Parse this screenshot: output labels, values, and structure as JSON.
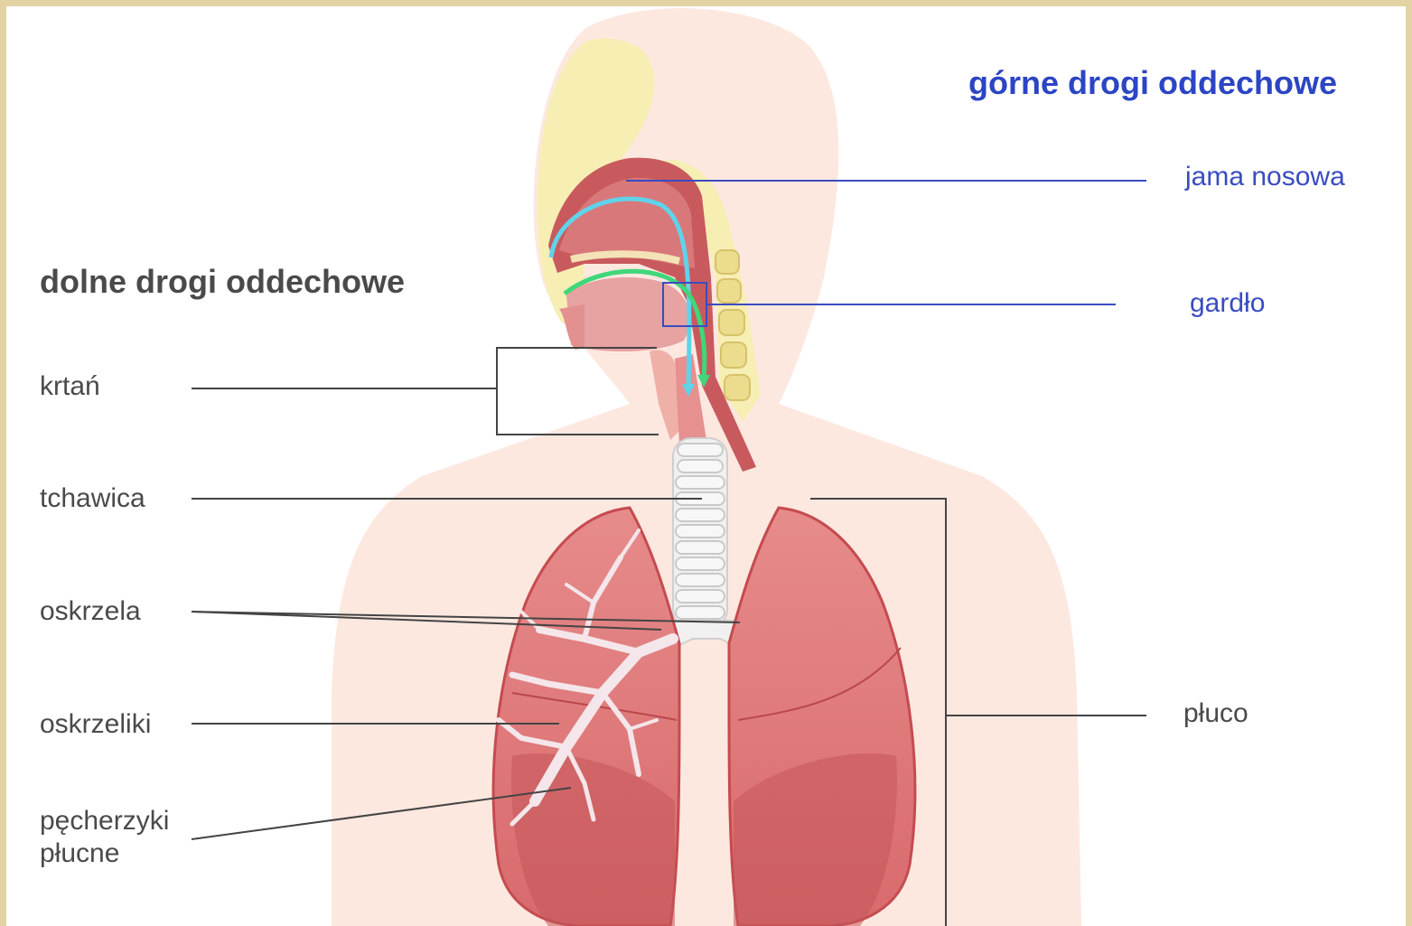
{
  "headings": {
    "upper": "górne drogi oddechowe",
    "lower": "dolne drogi oddechowe"
  },
  "labels": {
    "jama_nosowa": "jama nosowa",
    "gardlo": "gardło",
    "krtan": "krtań",
    "tchawica": "tchawica",
    "oskrzela": "oskrzela",
    "oskrzeliki": "oskrzeliki",
    "pecherzyki_line1": "pęcherzyki",
    "pecherzyki_line2": "płucne",
    "pluco": "płuco"
  },
  "colors": {
    "frame": "#e3d3a4",
    "body_silhouette": "#fde8e0",
    "bone": "#f7eeb4",
    "lung": "#e07a7a",
    "lung_dark": "#c54b4f",
    "trachea": "#efefef",
    "airflow_nose": "#5fd3ea",
    "airflow_mouth": "#3fd77a",
    "upper_accent": "#2c45c4",
    "leader_upper": "#3a4cc0",
    "leader_lower": "#444444"
  }
}
